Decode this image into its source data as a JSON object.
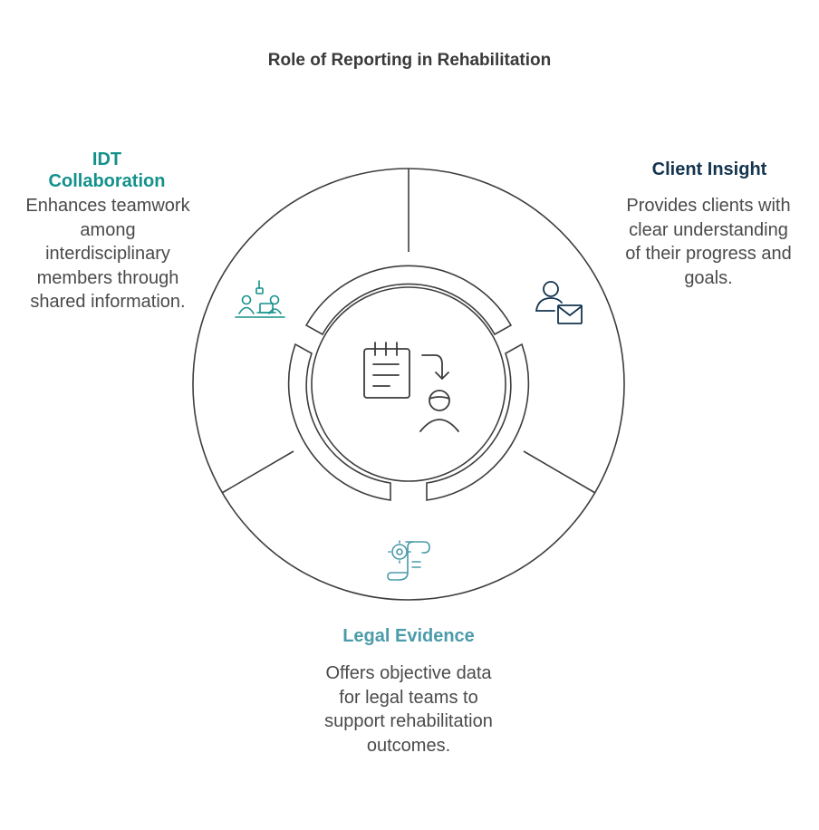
{
  "title": "Role of Reporting in Rehabilitation",
  "segments": [
    {
      "heading": "IDT Collaboration",
      "description": "Enhances teamwork among interdisciplinary members through shared information.",
      "color": "#13918b",
      "icon": "team-collaboration-icon"
    },
    {
      "heading": "Client Insight",
      "description": "Provides clients with clear understanding of their progress and goals.",
      "color": "#14344f",
      "icon": "user-message-icon"
    },
    {
      "heading": "Legal Evidence",
      "description": "Offers objective data for legal teams to support rehabilitation outcomes.",
      "color": "#4b9bab",
      "icon": "legal-document-icon"
    }
  ],
  "center_icon": "report-to-client-icon",
  "colors": {
    "stroke": "#3d3d3d",
    "text": "#4a4a4a",
    "title": "#3a3a3a"
  }
}
